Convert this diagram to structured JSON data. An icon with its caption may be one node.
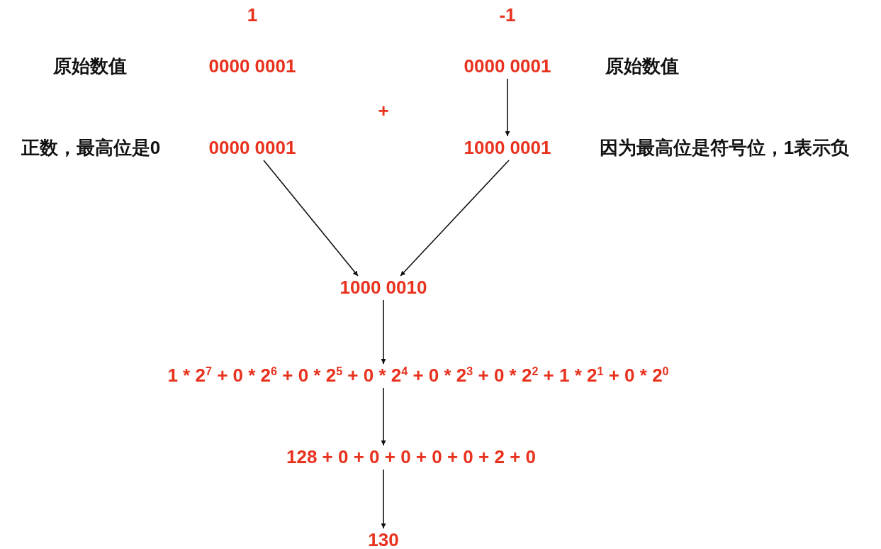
{
  "diagram": {
    "nodes": [
      {
        "text": [
          "0000 0001"
        ]
      },
      {
        "text": [
          "0000 0001"
        ]
      },
      {
        "text": [
          "0000 0001"
        ]
      },
      {
        "text": [
          "1000 0001"
        ]
      },
      {
        "text": [
          "1000 0010"
        ]
      },
      {
        "text": [
          "1 * 2$^{7}$ + 0 * 2$^{6}$ + 0 * 2$^{5}$ + 0 * 2$^{4}$ + 0 * 2$^{3}$ + 0 * 2$^{2}$ + 1 * 2$^{1}$ + 0 * 2$^{0}$"
        ]
      },
      {
        "text": [
          "128 + 0 + 0 + 0 + 0 + 0 + 2 + 0"
        ]
      },
      {
        "text": [
          "130"
        ]
      }
    ],
    "edges": [
      {
        "from": 1,
        "to": 3,
        "arrow": "to"
      },
      {
        "from": 2,
        "to": 4,
        "arrow": "to"
      },
      {
        "from": 3,
        "to": 4,
        "arrow": "to"
      },
      {
        "from": 4,
        "to": 5,
        "arrow": "to"
      },
      {
        "from": 5,
        "to": 6,
        "arrow": "to"
      },
      {
        "from": 6,
        "to": 7,
        "arrow": "to"
      }
    ],
    "labels": [
      "1",
      "-1",
      "原始数值",
      "原始数值",
      "+",
      "正数，最高位是0",
      "因为最高位是符号位，1表示负"
    ]
  }
}
